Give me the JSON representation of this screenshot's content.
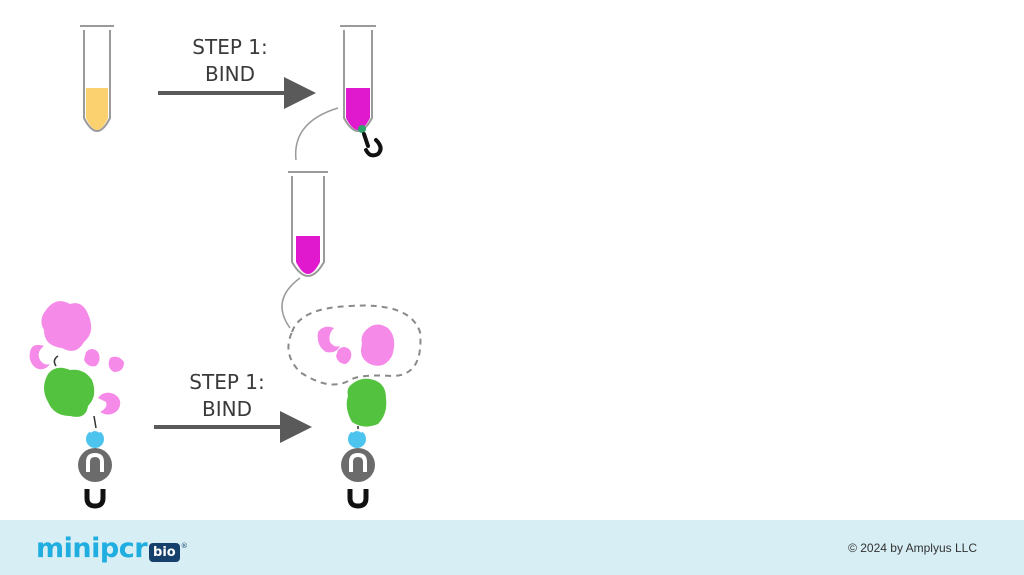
{
  "steps": {
    "top_label_line1": "STEP 1:",
    "top_label_line2": "BIND",
    "bottom_label_line1": "STEP 1:",
    "bottom_label_line2": "BIND"
  },
  "colors": {
    "tube_yellow": "#fbd06e",
    "tube_magenta": "#e019cf",
    "protein_pink": "#f58ae8",
    "protein_green": "#53c23e",
    "bead_blue": "#4cc4ee",
    "magnet_gray": "#6b6b6b",
    "arrow_gray": "#5a5a5a",
    "footer_bg": "#d6eef4",
    "brand_blue": "#20aee0",
    "brand_navy": "#15406b"
  },
  "footer": {
    "logo_word": "minipcr",
    "logo_tag": "bio",
    "logo_mark": "®",
    "copyright": "© 2024 by Amplyus LLC"
  }
}
